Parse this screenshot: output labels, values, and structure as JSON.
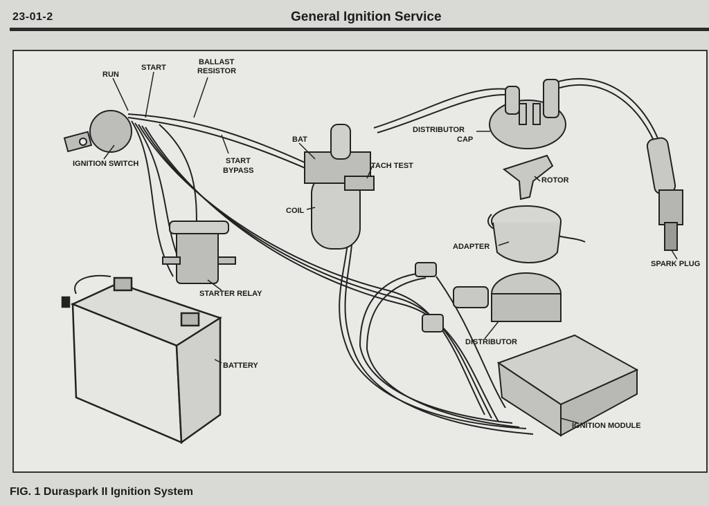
{
  "header": {
    "page_number": "23-01-2",
    "section_title": "General Ignition Service"
  },
  "figure": {
    "caption": "FIG. 1 Duraspark II Ignition System",
    "labels": {
      "run": "RUN",
      "start": "START",
      "ballast_resistor_1": "BALLAST",
      "ballast_resistor_2": "RESISTOR",
      "ignition_switch": "IGNITION SWITCH",
      "start_bypass_1": "START",
      "start_bypass_2": "BYPASS",
      "bat": "BAT",
      "tach_test": "TACH TEST",
      "coil": "COIL",
      "distributor_cap_1": "DISTRIBUTOR",
      "distributor_cap_2": "CAP",
      "rotor": "ROTOR",
      "adapter": "ADAPTER",
      "spark_plug": "SPARK PLUG",
      "starter_relay": "STARTER RELAY",
      "distributor": "DISTRIBUTOR",
      "battery": "BATTERY",
      "ignition_module": "IGNITION MODULE"
    }
  }
}
